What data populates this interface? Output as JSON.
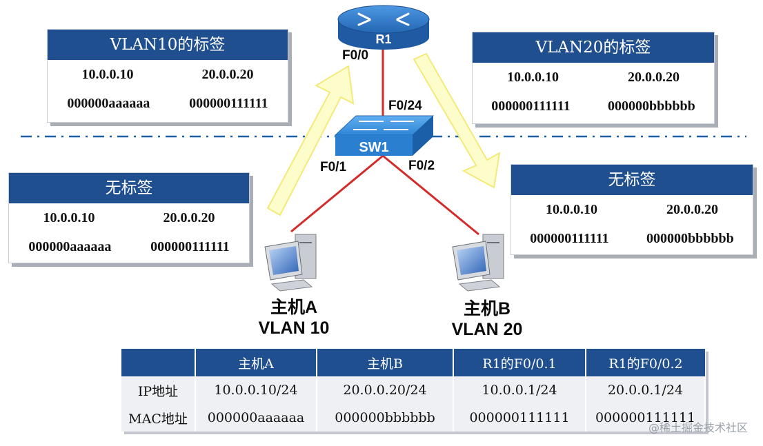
{
  "devices": {
    "router": {
      "name": "R1",
      "port_down": "F0/0"
    },
    "switch": {
      "name": "SW1",
      "port_up": "F0/24",
      "port_left": "F0/1",
      "port_right": "F0/2"
    },
    "host_a": {
      "name": "主机A",
      "vlan": "VLAN 10"
    },
    "host_b": {
      "name": "主机B",
      "vlan": "VLAN 20"
    }
  },
  "frames": {
    "vlan10_tag": {
      "title": "VLAN10的标签",
      "ip_left": "10.0.0.10",
      "ip_right": "20.0.0.20",
      "mac_left": "000000aaaaaa",
      "mac_right": "000000111111"
    },
    "vlan20_tag": {
      "title": "VLAN20的标签",
      "ip_left": "10.0.0.10",
      "ip_right": "20.0.0.20",
      "mac_left": "000000111111",
      "mac_right": "000000bbbbbb"
    },
    "untagged_left": {
      "title": "无标签",
      "ip_left": "10.0.0.10",
      "ip_right": "20.0.0.20",
      "mac_left": "000000aaaaaa",
      "mac_right": "000000111111"
    },
    "untagged_right": {
      "title": "无标签",
      "ip_left": "10.0.0.10",
      "ip_right": "20.0.0.20",
      "mac_left": "000000111111",
      "mac_right": "000000bbbbbb"
    }
  },
  "table": {
    "headers": [
      "",
      "主机A",
      "主机B",
      "R1的F0/0.1",
      "R1的F0/0.2"
    ],
    "rows": [
      [
        "IP地址",
        "10.0.0.10/24",
        "20.0.0.20/24",
        "10.0.0.1/24",
        "20.0.0.1/24"
      ],
      [
        "MAC地址",
        "000000aaaaaa",
        "000000bbbbbb",
        "000000111111",
        "000000111111"
      ]
    ]
  },
  "watermark": "@稀土掘金技术社区",
  "colors": {
    "header_blue": "#1f4f8e",
    "link_red": "#d42a2a",
    "dashed_divider": "#1d5fa3",
    "arrow_fill": "#fdfccb",
    "arrow_stroke": "#f3ea7a",
    "router_blue": "#2b74c5",
    "switch_blue": "#2e86d6"
  },
  "icons": [
    "router-icon",
    "switch-icon",
    "pc-icon"
  ]
}
